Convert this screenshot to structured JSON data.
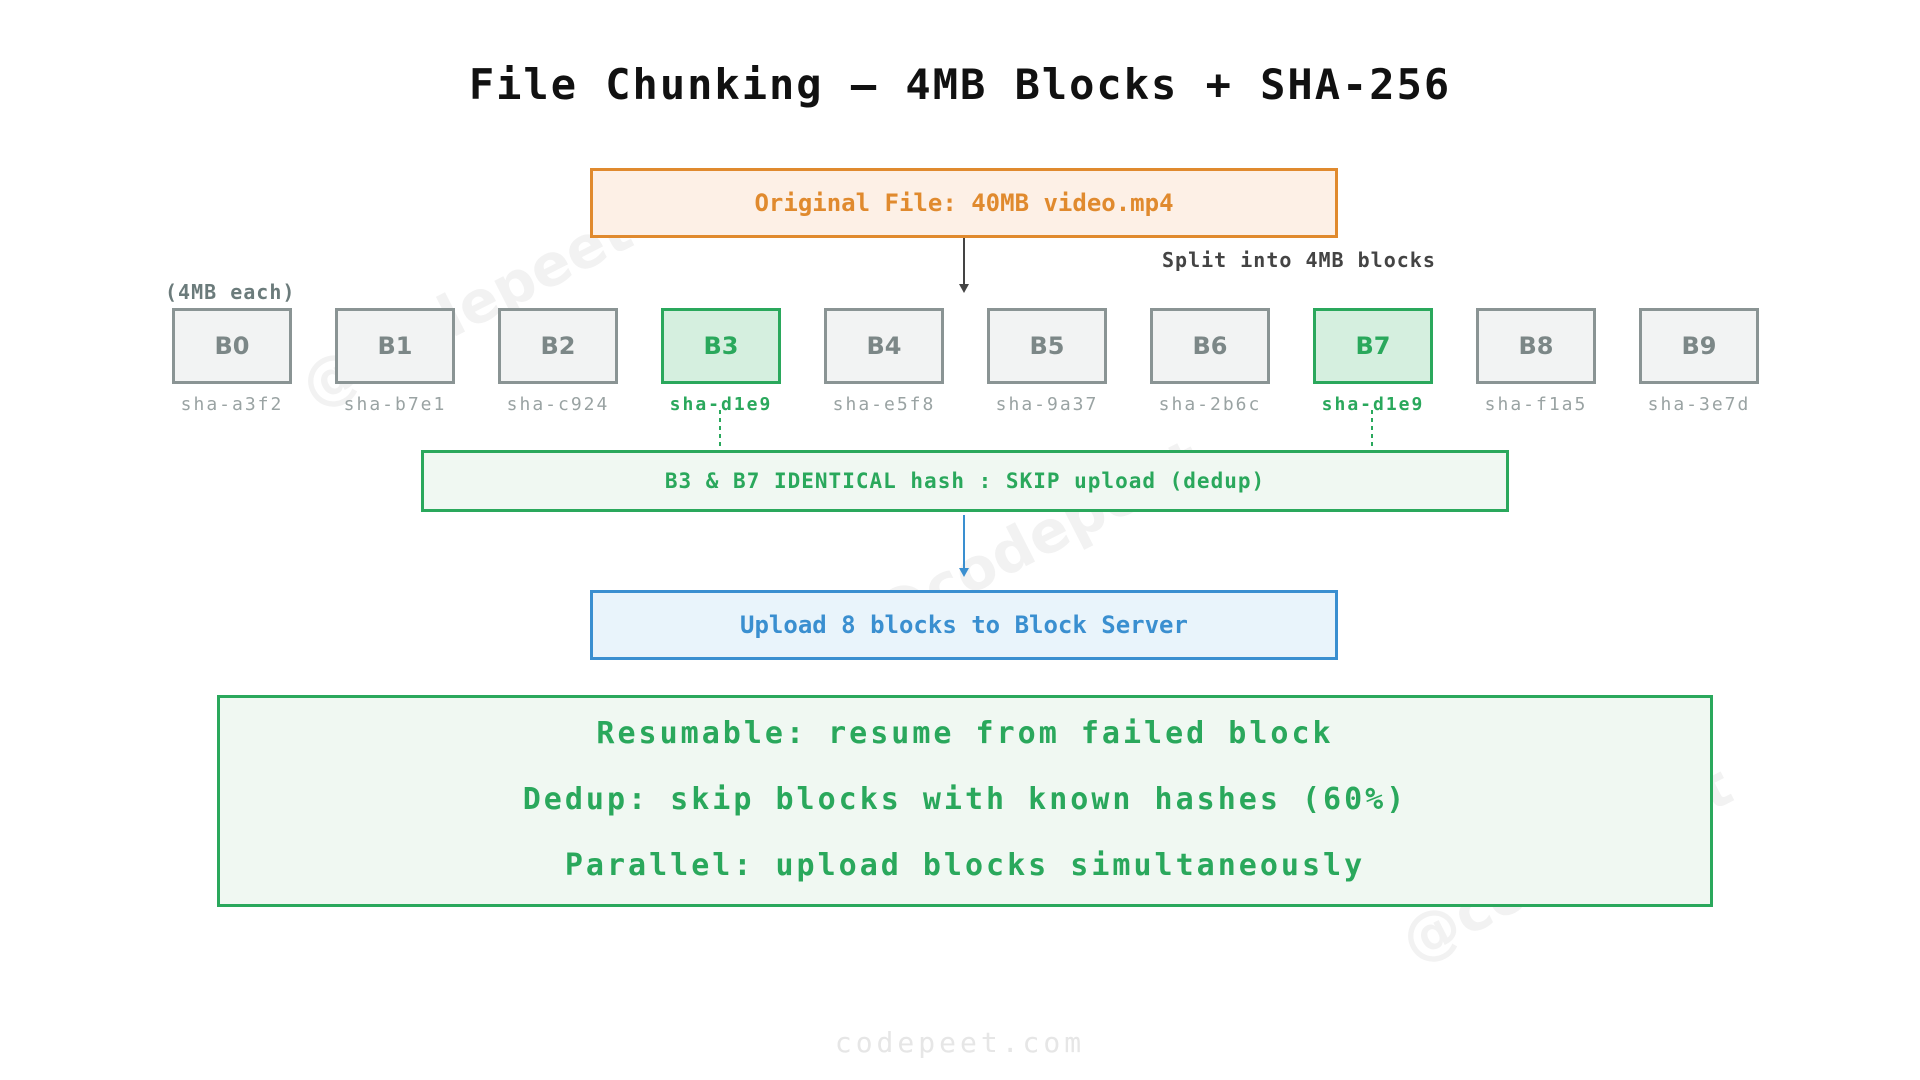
{
  "title": "File Chunking – 4MB Blocks + SHA-256",
  "original_file": "Original File: 40MB video.mp4",
  "split_label": "Split into 4MB blocks",
  "block_size_label": "(4MB each)",
  "blocks": [
    {
      "label": "B0",
      "hash": "sha-a3f2",
      "duplicate": false
    },
    {
      "label": "B1",
      "hash": "sha-b7e1",
      "duplicate": false
    },
    {
      "label": "B2",
      "hash": "sha-c924",
      "duplicate": false
    },
    {
      "label": "B3",
      "hash": "sha-d1e9",
      "duplicate": true
    },
    {
      "label": "B4",
      "hash": "sha-e5f8",
      "duplicate": false
    },
    {
      "label": "B5",
      "hash": "sha-9a37",
      "duplicate": false
    },
    {
      "label": "B6",
      "hash": "sha-2b6c",
      "duplicate": false
    },
    {
      "label": "B7",
      "hash": "sha-d1e9",
      "duplicate": true
    },
    {
      "label": "B8",
      "hash": "sha-f1a5",
      "duplicate": false
    },
    {
      "label": "B9",
      "hash": "sha-3e7d",
      "duplicate": false
    }
  ],
  "dedup_note": "B3 & B7 IDENTICAL hash : SKIP upload (dedup)",
  "upload_note": "Upload 8 blocks to Block Server",
  "features": [
    "Resumable: resume from failed block",
    "Dedup: skip blocks with known hashes (60%)",
    "Parallel: upload blocks simultaneously"
  ],
  "watermark": "@codepeet",
  "footer": "codepeet.com",
  "colors": {
    "orange": "#e08a2e",
    "green": "#2aa85c",
    "blue": "#3a8fd0",
    "gray": "#8a9494"
  }
}
